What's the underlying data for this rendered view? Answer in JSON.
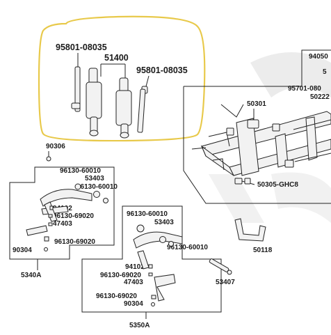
{
  "colors": {
    "highlight": "#e8c94a",
    "ink": "#1a1a1a",
    "watermark": "#dcdcdc"
  },
  "highlight_group": {
    "label_left": "95801-08035",
    "label_center": "51400",
    "label_right": "95801-08035"
  },
  "frame": {
    "top_right_1": "94050",
    "top_right_2": "5",
    "top_right_3": "95701-080",
    "top_right_4": "50222",
    "label_50301": "50301",
    "label_bottom": "50305-GHC8"
  },
  "left_assembly": {
    "label_above": "90306",
    "part1": "96130-60010",
    "part2": "53403",
    "part3": "96130-60010",
    "part4": "94102",
    "part5": "96130-69020",
    "part6": "47403",
    "part7": "96130-69020",
    "part8": "90304",
    "assembly_no": "5340A"
  },
  "right_assembly": {
    "part1": "96130-60010",
    "part2": "53403",
    "part3": "96130-60010",
    "part4": "94102",
    "part5": "96130-69020",
    "part6": "47403",
    "part7": "96130-69020",
    "part8": "90304",
    "assembly_no": "5350A"
  },
  "loose_parts": {
    "bracket": "50118",
    "bolt": "53407"
  }
}
